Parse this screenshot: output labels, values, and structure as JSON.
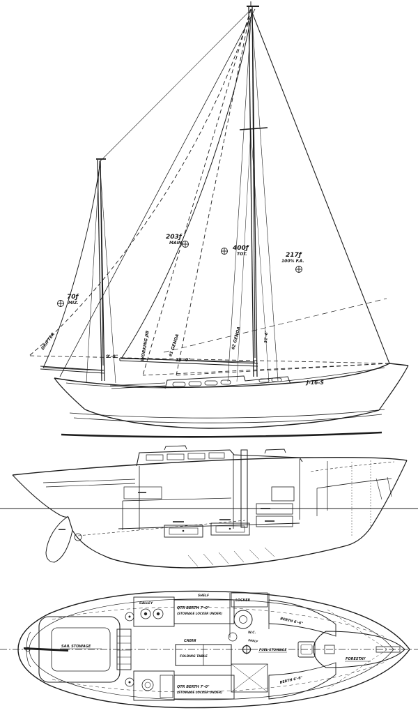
{
  "drawing": {
    "design_number": "J-16-S",
    "sailplan": {
      "areas": {
        "main": {
          "value": "203ƒ",
          "label": "MAIN."
        },
        "total": {
          "value": "400ƒ",
          "label": "TOT."
        },
        "foretriangle": {
          "value": "217ƒ",
          "label": "100% F.A."
        },
        "mizzen": {
          "value": "70ƒ",
          "label": "MIZ."
        }
      },
      "sails": {
        "drifter": "DRIFTER",
        "working_jib": "WORKING JIB",
        "genoa_1": "#1 GENOA",
        "genoa_2": "#2 GENOA"
      },
      "dimensions": {
        "boom": "9'-0\"",
        "j": "13'-0\"",
        "hoist": "31'-6\""
      }
    },
    "deckplan": {
      "labels": {
        "shelf_aft": "SHELF",
        "qtr_berth": "QTR BERTH 7'-0\"",
        "qtr_berth_note": "(STOWAGE LOCKER UNDER)",
        "locker": "LOCKER",
        "galley": "GALLEY",
        "cabin": "CABIN",
        "folding_table": "FOLDING TABLE",
        "wc": "W.C.",
        "berth_fwd": "BERTH 6'-6\"",
        "shelf_fwd": "SHELF",
        "fuel": "FUEL STOWAGE",
        "forestay": "FORESTAY",
        "cockpit": "SAIL STOWAGE"
      }
    }
  }
}
